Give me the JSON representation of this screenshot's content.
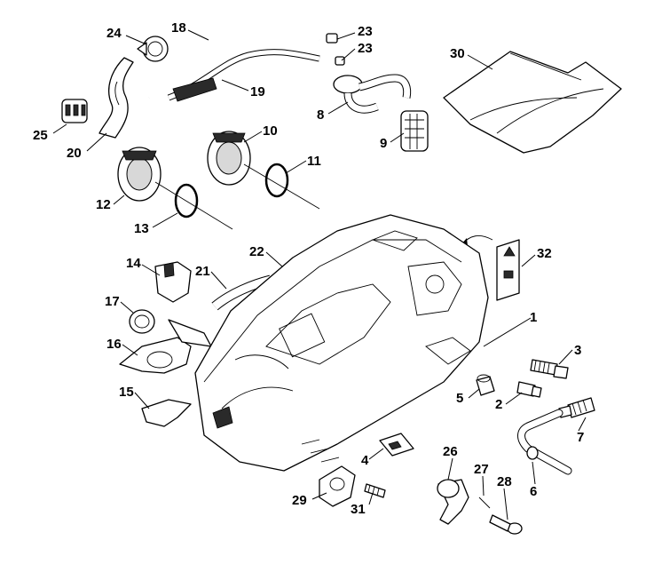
{
  "callouts": [
    {
      "id": "1",
      "label": "1"
    },
    {
      "id": "2",
      "label": "2"
    },
    {
      "id": "3",
      "label": "3"
    },
    {
      "id": "4",
      "label": "4"
    },
    {
      "id": "5",
      "label": "5"
    },
    {
      "id": "6",
      "label": "6"
    },
    {
      "id": "7",
      "label": "7"
    },
    {
      "id": "8",
      "label": "8"
    },
    {
      "id": "9",
      "label": "9"
    },
    {
      "id": "10",
      "label": "10"
    },
    {
      "id": "11",
      "label": "11"
    },
    {
      "id": "12",
      "label": "12"
    },
    {
      "id": "13",
      "label": "13"
    },
    {
      "id": "14",
      "label": "14"
    },
    {
      "id": "15",
      "label": "15"
    },
    {
      "id": "16",
      "label": "16"
    },
    {
      "id": "17",
      "label": "17"
    },
    {
      "id": "18",
      "label": "18"
    },
    {
      "id": "19",
      "label": "19"
    },
    {
      "id": "20",
      "label": "20"
    },
    {
      "id": "21",
      "label": "21"
    },
    {
      "id": "22",
      "label": "22"
    },
    {
      "id": "23a",
      "label": "23"
    },
    {
      "id": "23b",
      "label": "23"
    },
    {
      "id": "24",
      "label": "24"
    },
    {
      "id": "25",
      "label": "25"
    },
    {
      "id": "26",
      "label": "26"
    },
    {
      "id": "27",
      "label": "27"
    },
    {
      "id": "28",
      "label": "28"
    },
    {
      "id": "29",
      "label": "29"
    },
    {
      "id": "30",
      "label": "30"
    },
    {
      "id": "31",
      "label": "31"
    },
    {
      "id": "32",
      "label": "32"
    }
  ],
  "colors": {
    "line": "#000000",
    "background": "#ffffff"
  }
}
